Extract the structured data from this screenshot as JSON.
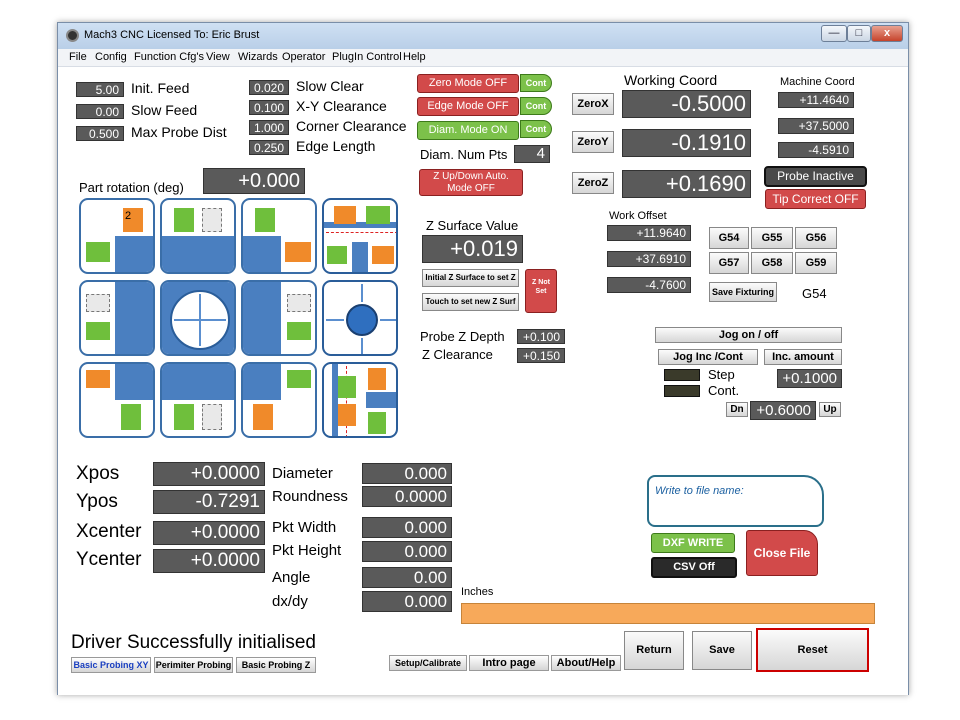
{
  "window": {
    "title": "Mach3 CNC  Licensed To: Eric Brust",
    "min_label": "—",
    "max_label": "□",
    "close_label": "x"
  },
  "menu": [
    "File",
    "Config",
    "Function Cfg's",
    "View",
    "Wizards",
    "Operator",
    "PlugIn Control",
    "Help"
  ],
  "probe_params": [
    {
      "value": "5.00",
      "label": "Init. Feed"
    },
    {
      "value": "0.00",
      "label": "Slow Feed"
    },
    {
      "value": "0.500",
      "label": "Max Probe Dist"
    }
  ],
  "clearance_params": [
    {
      "value": "0.020",
      "label": "Slow Clear"
    },
    {
      "value": "0.100",
      "label": "X-Y Clearance"
    },
    {
      "value": "1.000",
      "label": "Corner Clearance"
    },
    {
      "value": "0.250",
      "label": "Edge Length"
    }
  ],
  "modes": [
    {
      "label": "Zero Mode OFF",
      "toggle": "Cont"
    },
    {
      "label": "Edge Mode OFF",
      "toggle": "Cont"
    },
    {
      "label": "Diam. Mode ON",
      "toggle": "Cont"
    }
  ],
  "diam_num_pts": {
    "label": "Diam. Num Pts",
    "value": "4"
  },
  "z_updown": "Z Up/Down Auto. Mode OFF",
  "part_rotation": {
    "label": "Part rotation (deg)",
    "value": "+0.000"
  },
  "working_coord": {
    "title": "Working Coord",
    "rows": [
      {
        "button": "ZeroX",
        "value": "-0.5000"
      },
      {
        "button": "ZeroY",
        "value": "-0.1910"
      },
      {
        "button": "ZeroZ",
        "value": "+0.1690"
      }
    ]
  },
  "machine_coord": {
    "title": "Machine Coord",
    "values": [
      "+11.4640",
      "+37.5000",
      "-4.5910"
    ],
    "probe_status": "Probe Inactive",
    "tip_correct": "Tip Correct OFF"
  },
  "z_surface": {
    "title": "Z Surface Value",
    "value": "+0.019",
    "init_button": "Initial Z Surface to set Z",
    "touch_button": "Touch to set new Z Surf",
    "z_not_set": "Z Not Set"
  },
  "work_offset": {
    "title": "Work Offset",
    "values": [
      "+11.9640",
      "+37.6910",
      "-4.7600"
    ],
    "buttons": [
      "G54",
      "G55",
      "G56",
      "G57",
      "G58",
      "G59"
    ],
    "save_button": "Save Fixturing",
    "current": "G54"
  },
  "probe_z": {
    "depth_label": "Probe Z Depth",
    "depth_value": "+0.100",
    "clearance_label": "Z Clearance",
    "clearance_value": "+0.150"
  },
  "jog": {
    "onoff": "Jog on / off",
    "inc_cont": "Jog Inc /Cont",
    "inc_amount": "Inc. amount",
    "step_label": "Step",
    "cont_label": "Cont.",
    "inc_value": "+0.1000",
    "dn": "Dn",
    "up": "Up",
    "z_value": "+0.6000"
  },
  "results_left": [
    {
      "label": "Xpos",
      "value": "+0.0000"
    },
    {
      "label": "Ypos",
      "value": "-0.7291"
    },
    {
      "label": "Xcenter",
      "value": "+0.0000"
    },
    {
      "label": "Ycenter",
      "value": "+0.0000"
    }
  ],
  "results_right": [
    {
      "label": "Diameter",
      "value": "0.000"
    },
    {
      "label": "Roundness",
      "value": "0.0000"
    },
    {
      "label": "Pkt Width",
      "value": "0.000"
    },
    {
      "label": "Pkt Height",
      "value": "0.000"
    },
    {
      "label": "Angle",
      "value": "0.00"
    },
    {
      "label": "dx/dy",
      "value": "0.000"
    }
  ],
  "file": {
    "write_label": "Write to file name:",
    "dxf_write": "DXF WRITE",
    "csv_off": "CSV Off",
    "close_file": "Close File"
  },
  "units": "Inches",
  "status_message": "Driver Successfully initialised",
  "bottom_tabs": [
    "Basic Probing XY",
    "Perimiter Probing",
    "Basic Probing Z"
  ],
  "bottom_nav": [
    "Setup/Calibrate",
    "Intro page",
    "About/Help"
  ],
  "actions": {
    "return": "Return",
    "save": "Save",
    "reset": "Reset"
  },
  "colors": {
    "dro_bg": "#5a5a5a",
    "red": "#d24a4a",
    "green": "#7cc14a",
    "orange": "#f7a95a",
    "blue": "#4a7fc0"
  }
}
